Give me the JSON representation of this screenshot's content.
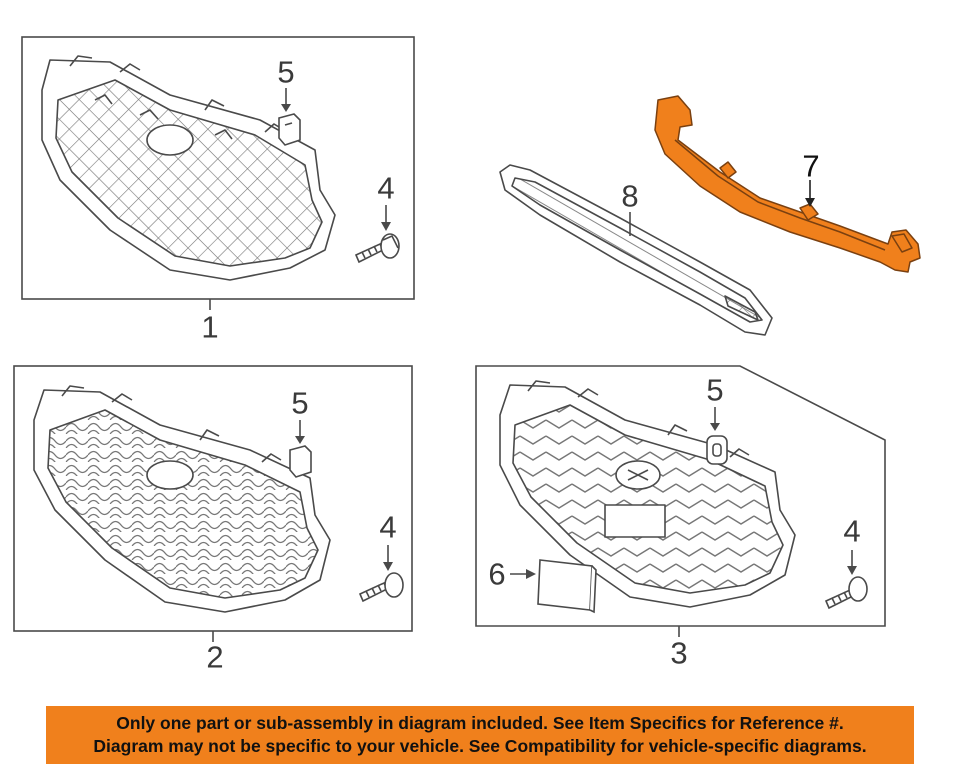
{
  "callouts": {
    "c1": "1",
    "c2": "2",
    "c3": "3",
    "c4a": "4",
    "c4b": "4",
    "c4c": "4",
    "c5a": "5",
    "c5b": "5",
    "c5c": "5",
    "c6": "6",
    "c7": "7",
    "c8": "8"
  },
  "footer": {
    "line1": "Only one part or sub-assembly in diagram included. See Item Specifics for Reference #.",
    "line2": "Diagram may not be specific to your vehicle. See Compatibility for vehicle-specific diagrams."
  },
  "colors": {
    "highlight": "#f0801c",
    "line": "#4a4a4a",
    "footer_bg": "#f0801c"
  }
}
